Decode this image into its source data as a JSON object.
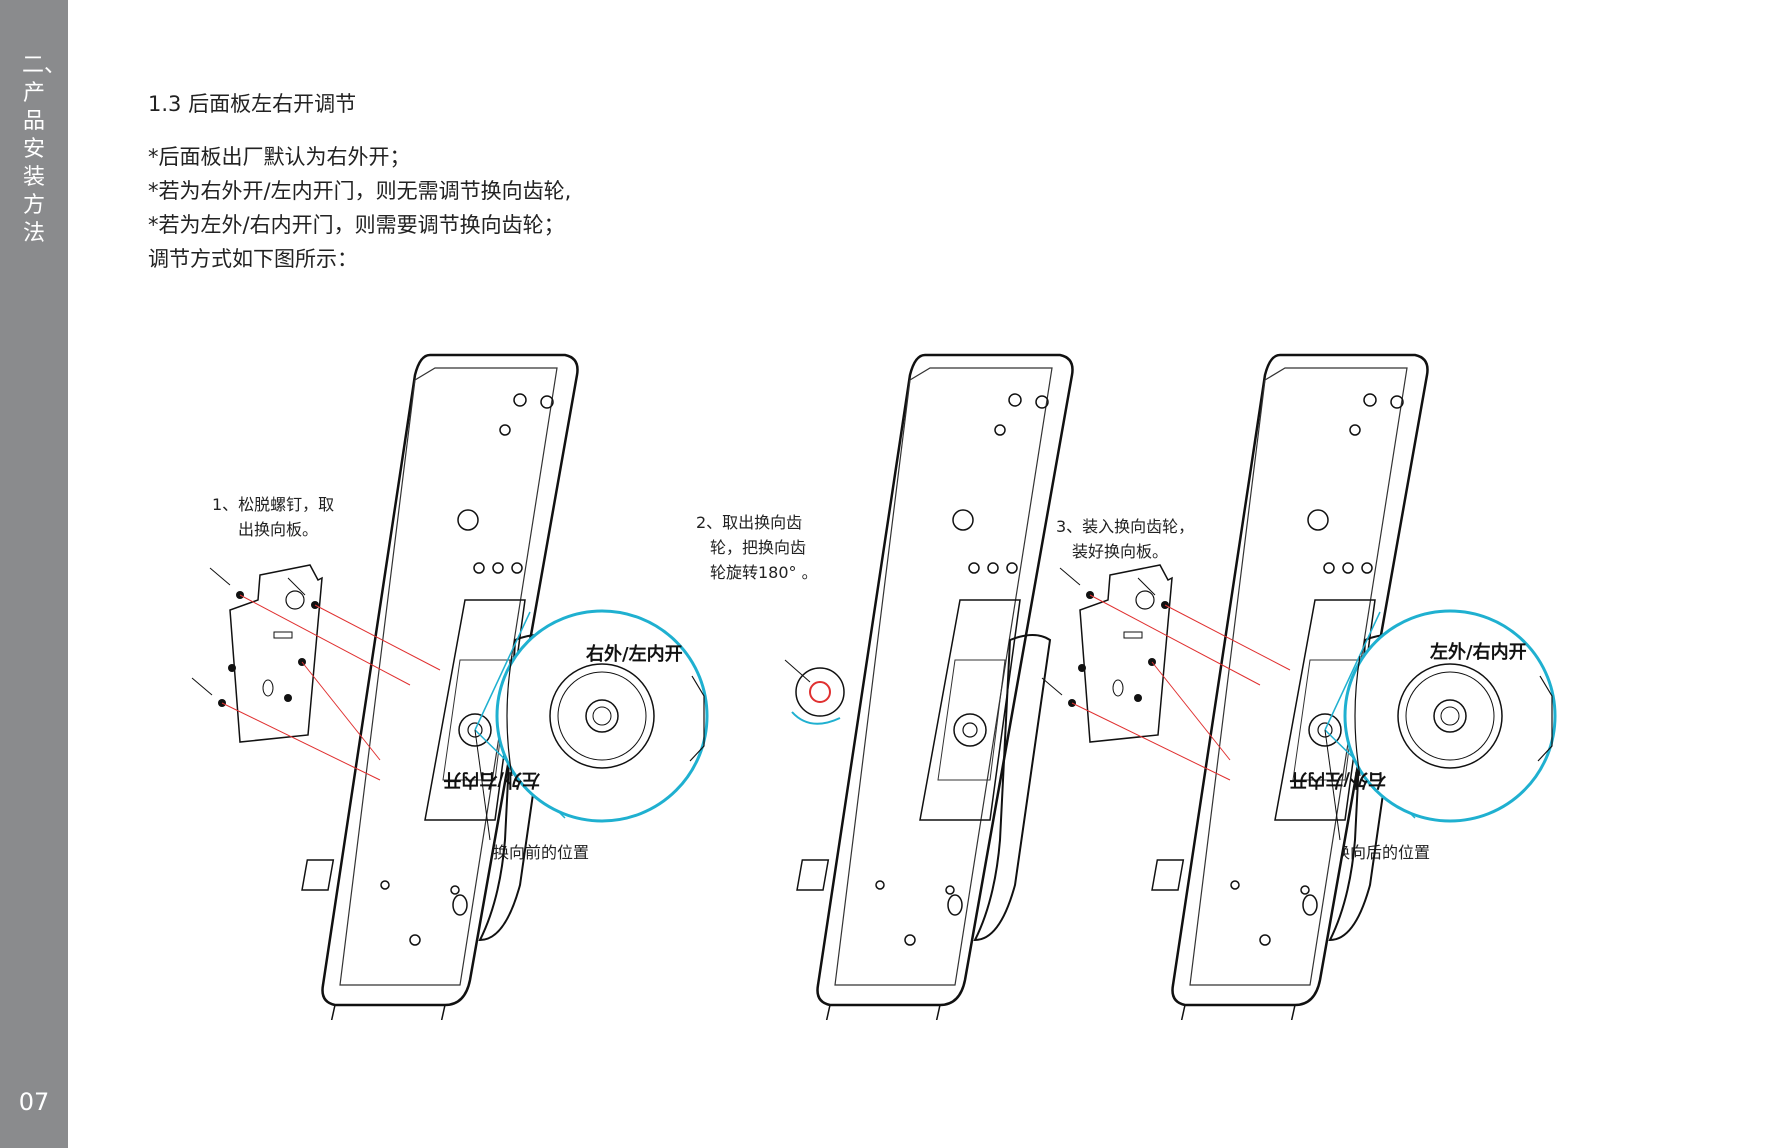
{
  "sidebar": {
    "section_title": "二、产品安装方法",
    "page_number": "07"
  },
  "heading": "1.3 后面板左右开调节",
  "body_lines": [
    "*后面板出厂默认为右外开；",
    "*若为右外开/左内开门，则无需调节换向齿轮,",
    "*若为左外/右内开门，则需要调节换向齿轮；",
    "调节方式如下图所示："
  ],
  "steps": [
    {
      "lines": [
        "1、松脱螺钉，取",
        "出换向板。"
      ]
    },
    {
      "lines": [
        "2、取出换向齿",
        "轮，把换向齿",
        "轮旋转180° 。"
      ]
    },
    {
      "lines": [
        "3、装入换向齿轮，",
        "装好换向板。"
      ]
    }
  ],
  "labels": {
    "before_position": "换向前的位置",
    "after_position": "换向后的位置"
  },
  "gear_text": {
    "before_top": "右外/左内开",
    "before_bottom": "左外/右内开",
    "after_top": "左外/右内开",
    "after_bottom": "右外/左内开"
  },
  "colors": {
    "sidebar": "#8a8b8d",
    "accent": "#1fb0d0",
    "guide_line": "#e03030"
  }
}
